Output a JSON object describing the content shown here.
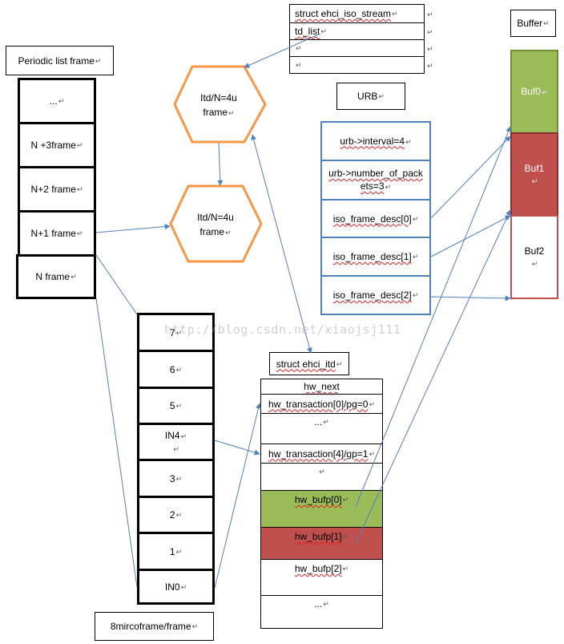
{
  "periodic_list": {
    "label": "Periodic list frame",
    "frames": [
      "...",
      "N +3frame",
      "N+2 frame",
      "N+1 frame",
      "N frame"
    ]
  },
  "itd_hex": {
    "top": {
      "line1": "Itd/N=4u",
      "line2": "frame"
    },
    "bottom": {
      "line1": "Itd/N=4u",
      "line2": "frame"
    }
  },
  "iso_stream": {
    "rows": [
      "struct ehci_iso_stream",
      "td_list",
      "",
      ""
    ]
  },
  "urb": {
    "label": "URB",
    "rows": [
      "urb->interval=4",
      "urb->number_of_packets=3",
      "iso_frame_desc[0]",
      "iso_frame_desc[1]",
      "iso_frame_desc[2]"
    ]
  },
  "buffer": {
    "label": "Buffer",
    "bufs": [
      "Buf0",
      "Buf1",
      "Buf2"
    ],
    "colors": {
      "buf0": "#9bbb59",
      "buf1": "#c0504d",
      "buf2": "#ffffff"
    }
  },
  "microframes": {
    "rows": [
      "7",
      "6",
      "5",
      "IN4",
      "3",
      "2",
      "1",
      "IN0"
    ],
    "label": "8mircoframe/frame"
  },
  "ehci_itd": {
    "label": "struct ehci_itd",
    "rows": [
      "hw_next",
      "hw_transaction[0]/pg=0",
      "...",
      "hw_transaction[4]/gp=1",
      "",
      "hw_bufp[0]",
      "hw_bufp[1]",
      "hw_bufp[2]",
      "..."
    ]
  },
  "watermark": "http://blog.csdn.net/xiaojsj111"
}
